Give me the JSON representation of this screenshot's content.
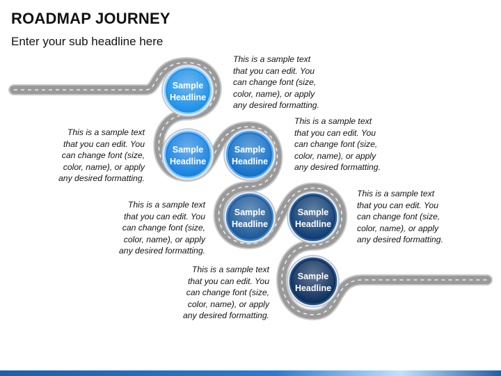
{
  "header": {
    "title": "ROADMAP JOURNEY",
    "subtitle": "Enter your sub headline here"
  },
  "stages": [
    {
      "label": "Sample Headline",
      "line1": "Sample",
      "line2": "Headline",
      "color": "#1e90e8",
      "edge": "#8fd0ff"
    },
    {
      "label": "Sample Headline",
      "line1": "Sample",
      "line2": "Headline",
      "color": "#1a82e0",
      "edge": "#7dc4ff"
    },
    {
      "label": "Sample Headline",
      "line1": "Sample",
      "line2": "Headline",
      "color": "#1471c8",
      "edge": "#5aa8ee"
    },
    {
      "label": "Sample Headline",
      "line1": "Sample",
      "line2": "Headline",
      "color": "#1d5a9a",
      "edge": "#3f82c6"
    },
    {
      "label": "Sample Headline",
      "line1": "Sample",
      "line2": "Headline",
      "color": "#103e74",
      "edge": "#2d5f98"
    },
    {
      "label": "Sample Headline",
      "line1": "Sample",
      "line2": "Headline",
      "color": "#0d2f5c",
      "edge": "#234f84"
    }
  ],
  "notes": [
    {
      "lines": [
        "This is a sample text",
        "that you can edit. You",
        "can change font (size,",
        "color, name), or apply",
        "any desired formatting."
      ]
    },
    {
      "lines": [
        "This is a sample text",
        "that you can edit. You",
        "can change font (size,",
        "color, name), or apply",
        "any desired formatting."
      ]
    },
    {
      "lines": [
        "This is a sample text",
        "that you can edit. You",
        "can change font (size,",
        "color, name), or apply",
        "any desired formatting."
      ]
    },
    {
      "lines": [
        "This is a sample text",
        "that you can edit. You",
        "can change font (size,",
        "color, name), or apply",
        "any desired formatting."
      ]
    },
    {
      "lines": [
        "This is a sample text",
        "that you can edit. You",
        "can change font (size,",
        "color, name), or apply",
        "any desired formatting."
      ]
    },
    {
      "lines": [
        "This is a sample text",
        "that you can edit. You",
        "can change font (size,",
        "color, name), or apply",
        "any desired formatting."
      ]
    }
  ],
  "colors": {
    "road": "#9a9a9a",
    "road_edge": "#c9c9c9",
    "lane_marking": "#ffffff",
    "bottom_bar": "#1f5fa8"
  }
}
